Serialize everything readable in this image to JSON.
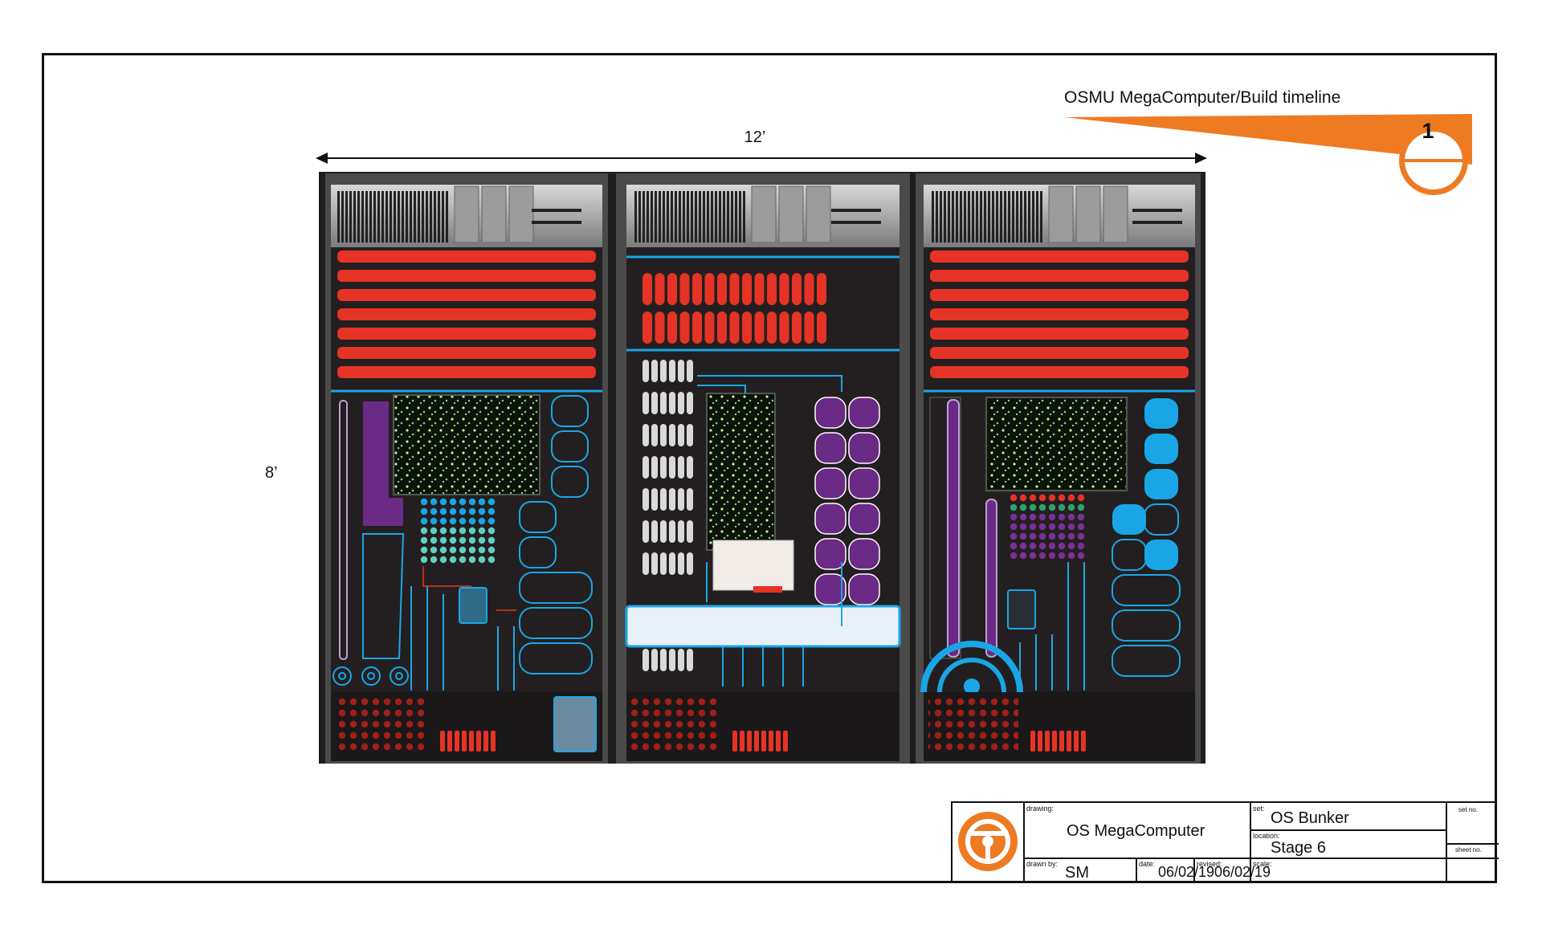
{
  "drawing_title": "OSMU MegaComputer/Build timeline",
  "sheet_number": "1",
  "dimensions": {
    "width": "12’",
    "height": "8’"
  },
  "colors": {
    "accent_orange": "#ee7a22",
    "panel_black": "#231f20",
    "red": "#e53325",
    "cyan": "#1aa6e6",
    "purple": "#6b2a85",
    "green_text": "#b8e27a"
  },
  "title_block": {
    "logo": "steering-wheel-logo",
    "drawing_label": "drawing:",
    "drawing_value": "OS MegaComputer",
    "set_label": "set:",
    "set_value": "OS Bunker",
    "location_label": "location:",
    "location_value": "Stage 6",
    "drawn_by_label": "drawn by:",
    "drawn_by_value": "SM",
    "date_label": "date:",
    "date_value": "06/02/19",
    "revised_label": "revised:",
    "revised_value": "06/02/19",
    "scale_label": "scale:",
    "scale_value": "",
    "set_no_label": "set no.",
    "sheet_no_label": "sheet no."
  }
}
